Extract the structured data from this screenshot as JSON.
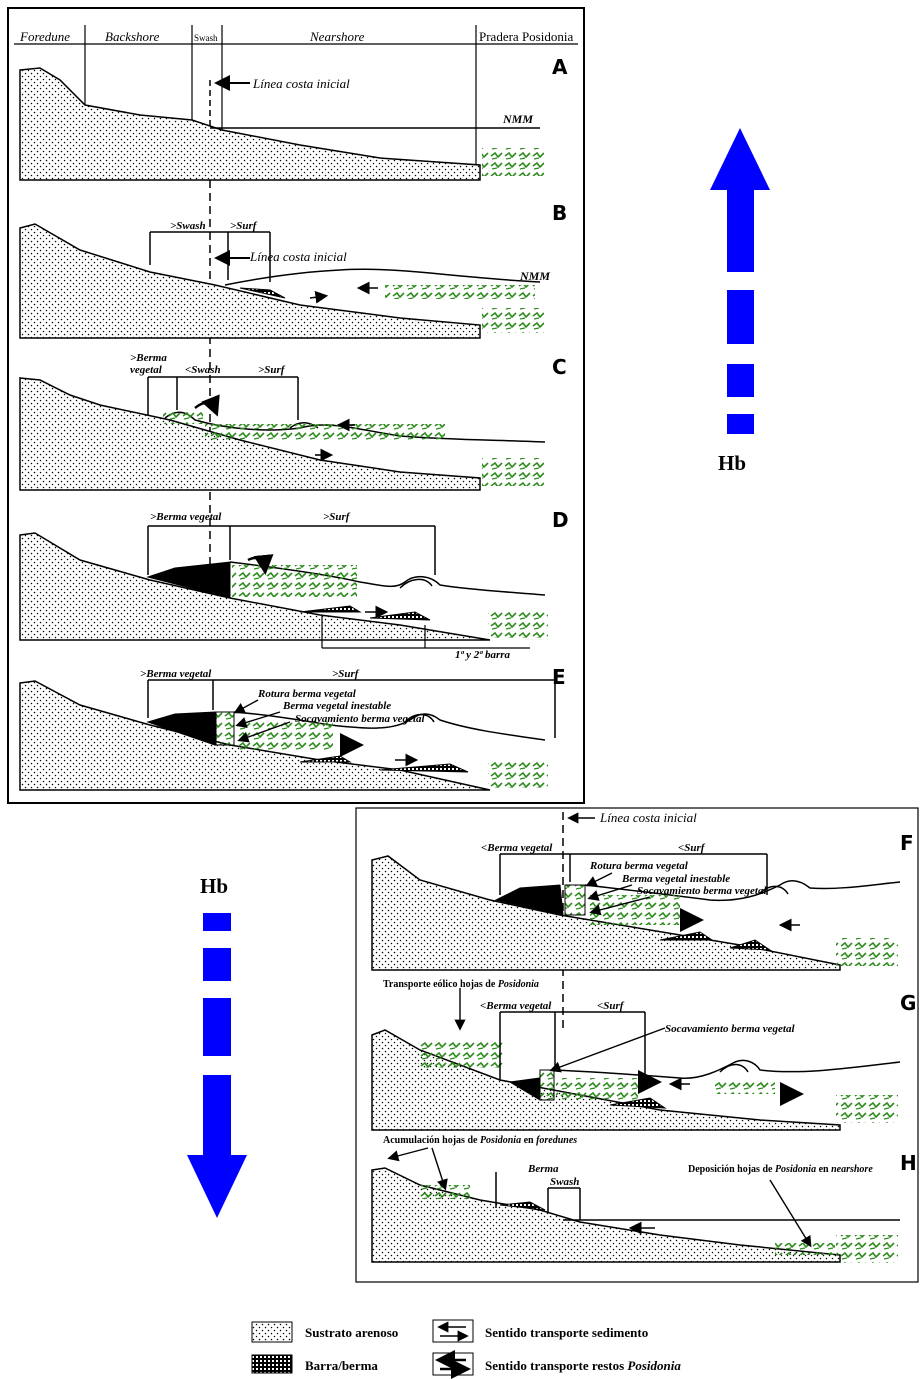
{
  "header": {
    "zones": [
      "Foredune",
      "Backshore",
      "Swash",
      "Nearshore",
      "Pradera Posidonia"
    ]
  },
  "panels": {
    "A": {
      "letter": "A",
      "linea_costa": "Línea costa inicial",
      "nmm": "NMM"
    },
    "B": {
      "letter": "B",
      "swash": ">Swash",
      "surf": ">Surf",
      "linea_costa": "Línea costa inicial",
      "nmm": "NMM"
    },
    "C": {
      "letter": "C",
      "berma_1": ">Berma",
      "berma_2": "vegetal",
      "swash": "<Swash",
      "surf": ">Surf"
    },
    "D": {
      "letter": "D",
      "berma": ">Berma vegetal",
      "surf": ">Surf",
      "barra": "1ª y 2ª barra"
    },
    "E": {
      "letter": "E",
      "berma": ">Berma vegetal",
      "surf": ">Surf",
      "rotura": "Rotura berma vegetal",
      "inestable": "Berma vegetal inestable",
      "socavamiento": "Socavamiento berma vegetal"
    },
    "F": {
      "letter": "F",
      "linea_costa": "Línea costa inicial",
      "berma": "<Berma vegetal",
      "surf": "<Surf",
      "rotura": "Rotura berma vegetal",
      "inestable": "Berma vegetal inestable",
      "socavamiento": "Socavamiento berma vegetal"
    },
    "G": {
      "letter": "G",
      "eolico_1": "Transporte eólico hojas de ",
      "eolico_2": "Posidonia",
      "berma": "<Berma vegetal",
      "surf": "<Surf",
      "socavamiento": "Socavamiento berma vegetal"
    },
    "H": {
      "letter": "H",
      "acum_1": "Acumulación hojas de ",
      "acum_2": "Posidonia",
      "acum_3": " en ",
      "acum_4": "foredunes",
      "berma": "Berma",
      "swash": "Swash",
      "depo_1": "Deposición hojas de ",
      "depo_2": "Posidonia",
      "depo_3": " en ",
      "depo_4": "nearshore"
    }
  },
  "hb": {
    "up_label": "Hb",
    "down_label": "Hb",
    "arrow_color": "#0000ff"
  },
  "legend": {
    "sustrato": "Sustrato arenoso",
    "barra": "Barra/berma",
    "sedimento": "Sentido transporte sedimento",
    "restos_1": "Sentido transporte restos ",
    "restos_2": "Posidonia"
  },
  "colors": {
    "posidonia": "#2e8b1e",
    "hb_arrow": "#0000ff"
  }
}
